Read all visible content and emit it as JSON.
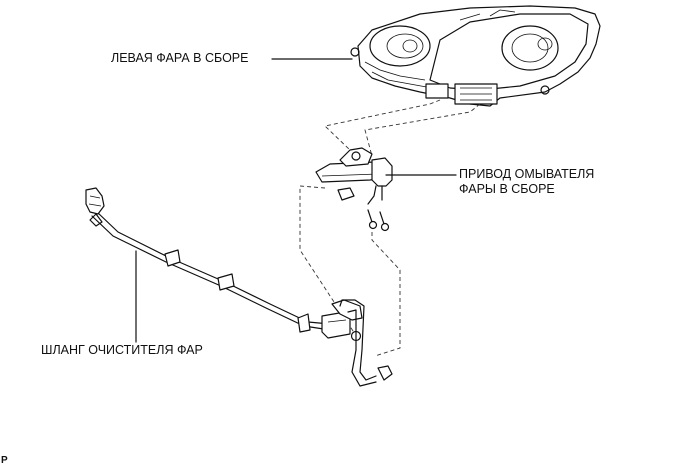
{
  "labels": {
    "headlamp": "ЛЕВАЯ ФАРА В СБОРЕ",
    "actuator_line1": "ПРИВОД ОМЫВАТЕЛЯ",
    "actuator_line2": "ФАРЫ В СБОРЕ",
    "hose": "ШЛАНГ ОЧИСТИТЕЛЯ ФАР",
    "corner_code": "P"
  }
}
